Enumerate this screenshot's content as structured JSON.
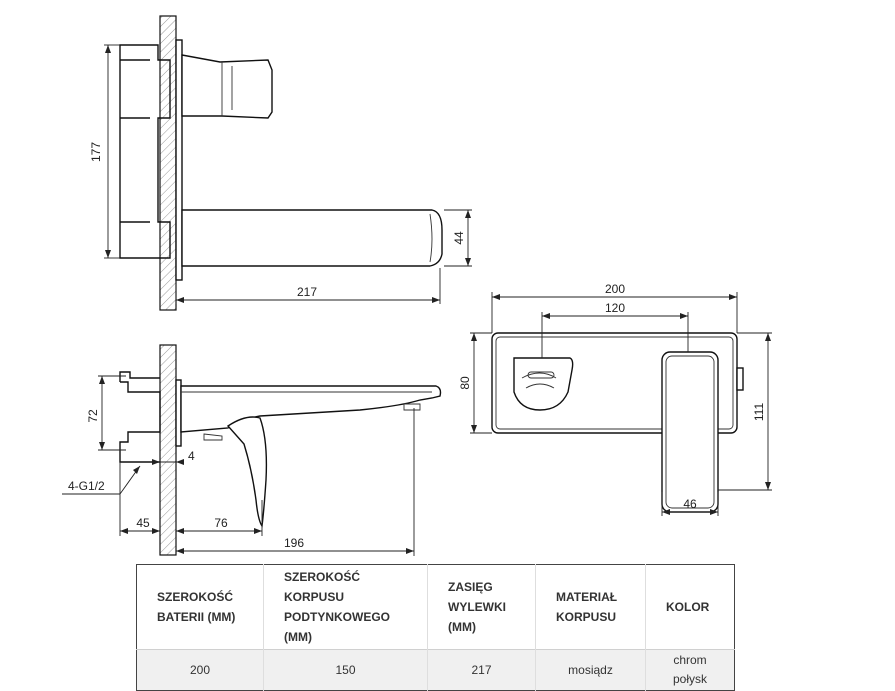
{
  "dimensions": {
    "side_height": "177",
    "spout_height": "44",
    "spout_reach": "217",
    "plate_width": "200",
    "hole_spacing": "120",
    "plate_height": "80",
    "lever_height": "111",
    "lever_width": "46",
    "body_height": "72",
    "thread": "4-G1/2",
    "depth_45": "45",
    "offset_4": "4",
    "depth_76": "76",
    "depth_196": "196"
  },
  "table": {
    "headers": [
      [
        "SZEROKOŚĆ",
        "BATERII (MM)"
      ],
      [
        "SZEROKOŚĆ",
        "KORPUSU",
        "PODTYNKOWEGO",
        "(MM)"
      ],
      [
        "ZASIĘG",
        "WYLEWKI",
        "(MM)"
      ],
      [
        "MATERIAŁ",
        "KORPUSU"
      ],
      [
        "KOLOR"
      ]
    ],
    "values": [
      [
        "200"
      ],
      [
        "150"
      ],
      [
        "217"
      ],
      [
        "mosiądz"
      ],
      [
        "chrom",
        "połysk"
      ]
    ]
  }
}
